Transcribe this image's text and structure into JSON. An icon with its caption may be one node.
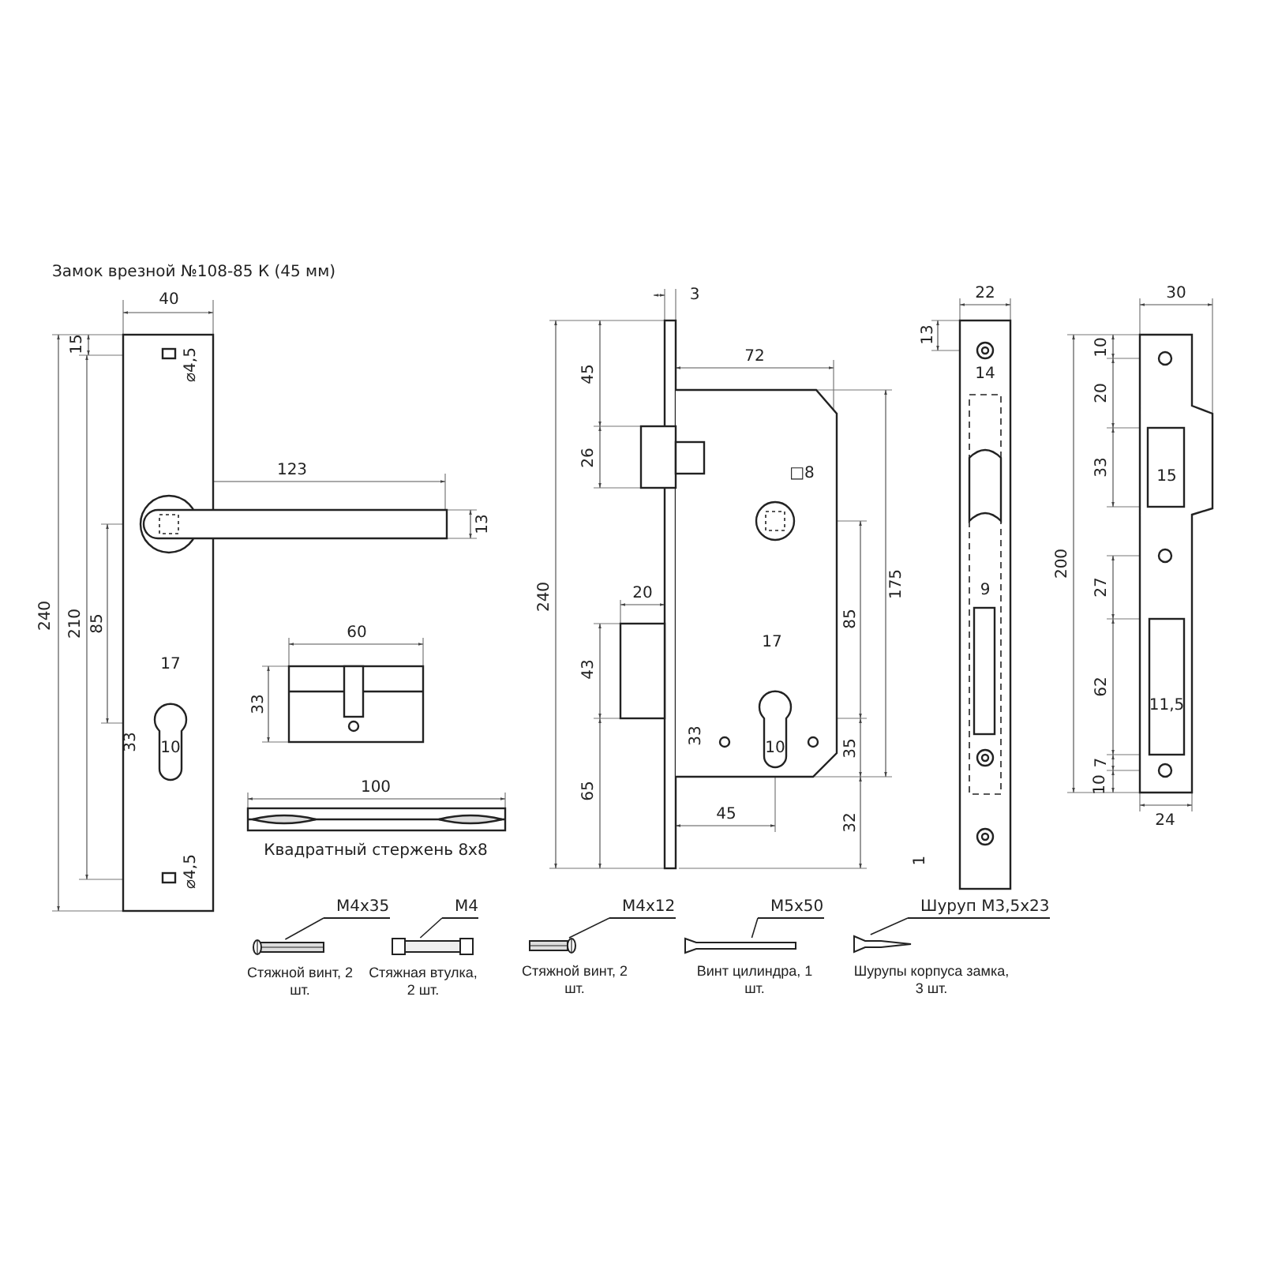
{
  "diagram": {
    "title": "Замок врезной №108-85 К (45 мм)",
    "nodes": [
      {
        "text": [
          "M4x35"
        ]
      },
      {
        "text": [],
        "shape": "picture",
        "beside": [
          "Стяжной винт, 2 шт."
        ]
      },
      {
        "text": [
          "M4"
        ]
      },
      {
        "text": [],
        "shape": "picture",
        "beside": [
          "Стяжная втулка, 2 шт."
        ]
      },
      {
        "text": [
          "M4x12"
        ]
      },
      {
        "text": [],
        "shape": "picture",
        "beside": [
          "Стяжной винт, 2 шт."
        ]
      },
      {
        "text": [
          "M5x50"
        ]
      },
      {
        "text": [],
        "shape": "picture",
        "beside": [
          "Винт цилиндра, 1 шт."
        ]
      },
      {
        "text": [
          "Шуруп М3,5х23"
        ]
      },
      {
        "text": [],
        "shape": "picture",
        "beside": [
          "Шурупы корпуса замка, 3 шт."
        ]
      }
    ],
    "edges": [
      {
        "from": 0,
        "to": 1,
        "arrow": "none"
      },
      {
        "from": 2,
        "to": 3,
        "arrow": "none"
      },
      {
        "from": 4,
        "to": 5,
        "arrow": "none"
      },
      {
        "from": 6,
        "to": 7,
        "arrow": "none"
      },
      {
        "from": 8,
        "to": 9,
        "arrow": "none"
      }
    ],
    "labels": [
      "40",
      "15",
      "⌀4,5",
      "123",
      "13",
      "240",
      "210",
      "85",
      "17",
      "33",
      "10",
      "⌀4,5",
      "60",
      "33",
      "100",
      "Квадратный стержень 8x8",
      "3",
      "45",
      "72",
      "26",
      "□8",
      "240",
      "175",
      "20",
      "43",
      "85",
      "17",
      "33",
      "10",
      "35",
      "65",
      "45",
      "32",
      "1",
      "22",
      "13",
      "14",
      "9",
      "30",
      "10",
      "20",
      "200",
      "33",
      "15",
      "27",
      "62",
      "11,5",
      "7",
      "10",
      "24"
    ]
  }
}
